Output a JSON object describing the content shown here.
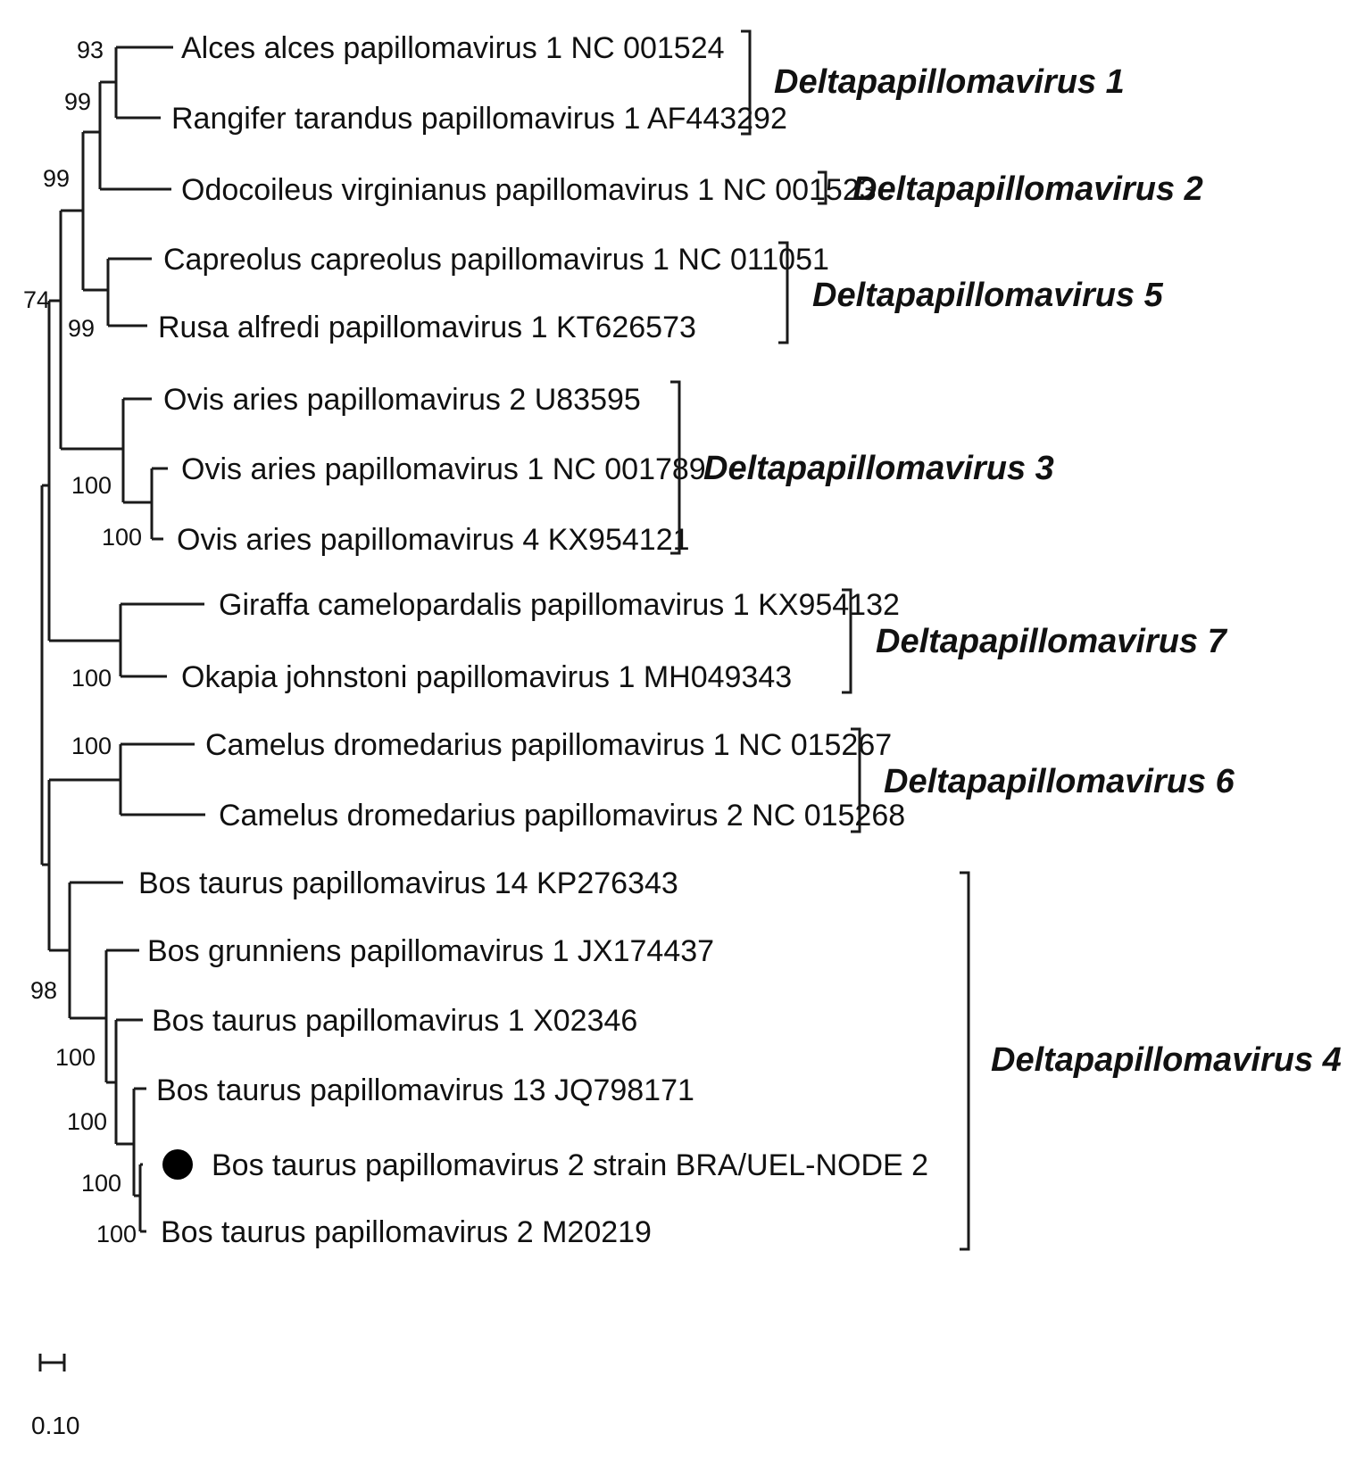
{
  "taxa": [
    "Alces alces papillomavirus 1 NC 001524",
    "Rangifer tarandus papillomavirus 1 AF443292",
    "Odocoileus virginianus papillomavirus 1 NC 001523",
    "Capreolus capreolus papillomavirus 1 NC 011051",
    "Rusa alfredi papillomavirus 1 KT626573",
    "Ovis aries papillomavirus 2 U83595",
    "Ovis aries papillomavirus 1 NC 001789",
    "Ovis aries papillomavirus 4 KX954121",
    "Giraffa camelopardalis papillomavirus 1 KX954132",
    "Okapia johnstoni papillomavirus 1 MH049343",
    "Camelus dromedarius papillomavirus 1 NC 015267",
    "Camelus dromedarius papillomavirus 2 NC 015268",
    "Bos taurus papillomavirus 14 KP276343",
    "Bos grunniens papillomavirus 1 JX174437",
    "Bos taurus papillomavirus 1 X02346",
    "Bos taurus papillomavirus 13 JQ798171",
    "Bos taurus papillomavirus 2 strain BRA/UEL-NODE 2",
    "Bos taurus papillomavirus 2 M20219"
  ],
  "bootstrap": [
    "93",
    "99",
    "99",
    "74",
    "99",
    "100",
    "100",
    "100",
    "100",
    "98",
    "100",
    "100",
    "100",
    "100"
  ],
  "groups": [
    "Deltapapillomavirus 1",
    "Deltapapillomavirus 2",
    "Deltapapillomavirus 5",
    "Deltapapillomavirus 3",
    "Deltapapillomavirus 7",
    "Deltapapillomavirus 6",
    "Deltapapillomavirus 4"
  ],
  "scale_bar": {
    "value": "0.10"
  },
  "highlighted_taxon_marker": "filled-circle"
}
